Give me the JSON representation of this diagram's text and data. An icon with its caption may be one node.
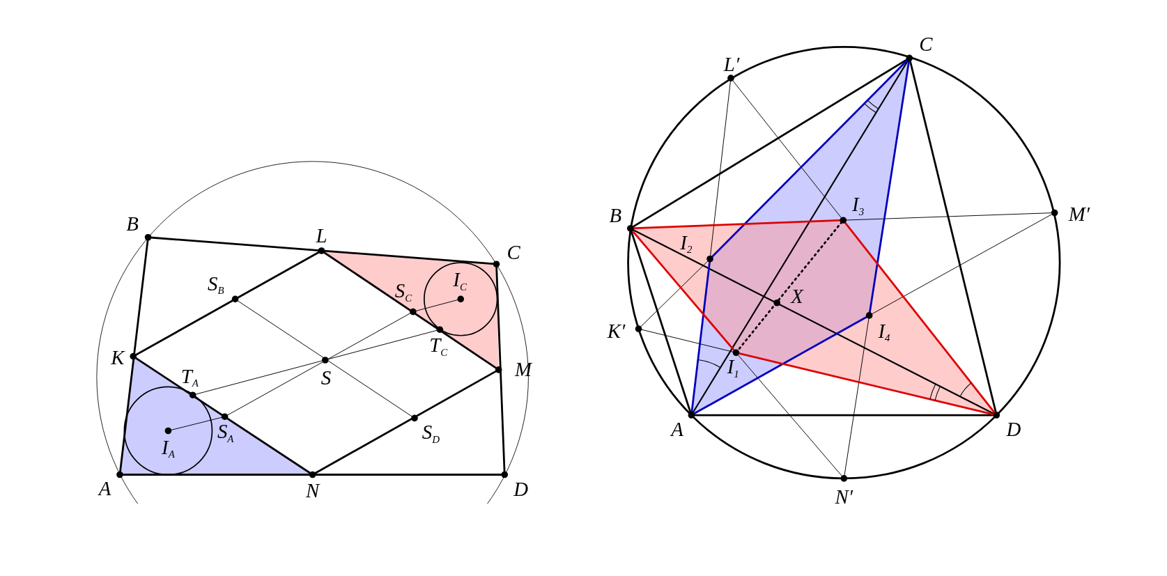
{
  "diagram": {
    "labels": [
      "B",
      "L",
      "C",
      "S$_{B}$",
      "S$_{C}$",
      "I$_{C}$",
      "K",
      "T$_{C}$",
      "T$_{A}$",
      "S",
      "M",
      "S$_{A}$",
      "S$_{D}$",
      "I$_{A}$",
      "A",
      "N",
      "D",
      "C",
      "L′",
      "I$_{3}$",
      "B",
      "M′",
      "I$_{2}$",
      "X",
      "K′",
      "I$_{4}$",
      "I$_{1}$",
      "A",
      "D",
      "N′"
    ]
  }
}
